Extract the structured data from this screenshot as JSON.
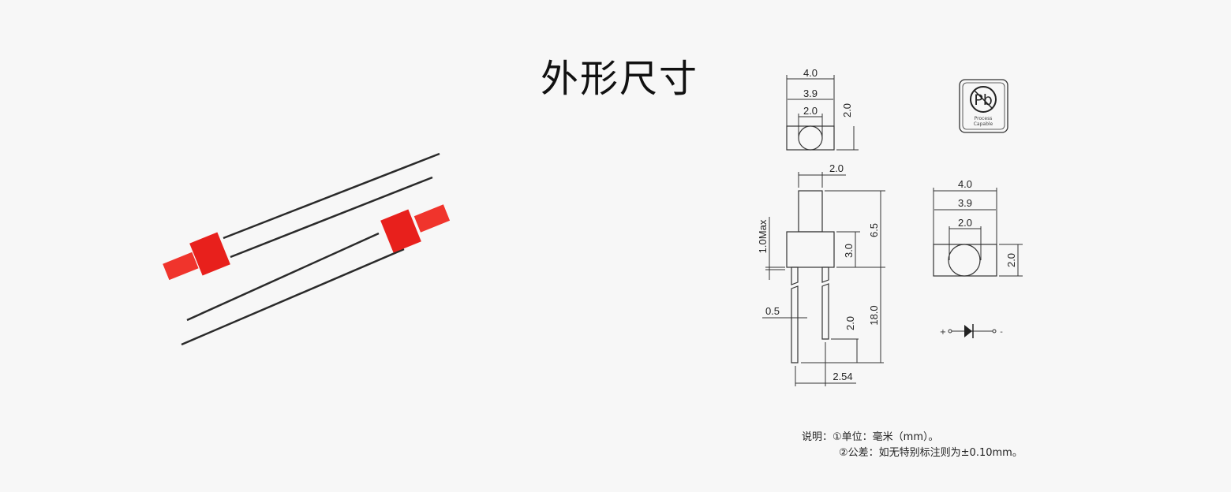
{
  "title": "外形尺寸",
  "top_view": {
    "width_outer": "4.0",
    "width_inner": "3.9",
    "lens_diameter": "2.0",
    "height": "2.0"
  },
  "side_view": {
    "lens_width": "2.0",
    "total_height": "6.5",
    "body_height": "3.0",
    "flange": "1.0Max",
    "lead_width": "0.5",
    "lead_length": "18.0",
    "lead_diff": "2.0",
    "pitch": "2.54"
  },
  "front_view": {
    "width_outer": "4.0",
    "width_inner": "3.9",
    "lens_diameter": "2.0",
    "height": "2.0"
  },
  "pb_badge": {
    "symbol": "Pb",
    "line1": "Process",
    "line2": "Capable"
  },
  "diode_symbol": {
    "plus": "+",
    "minus": "-"
  },
  "notes": {
    "line1": "说明：①单位：毫米（mm）。",
    "line2": "②公差：如无特别标注则为±0.10mm。"
  },
  "colors": {
    "led_red": "#e8201c",
    "background": "#f7f7f7"
  }
}
